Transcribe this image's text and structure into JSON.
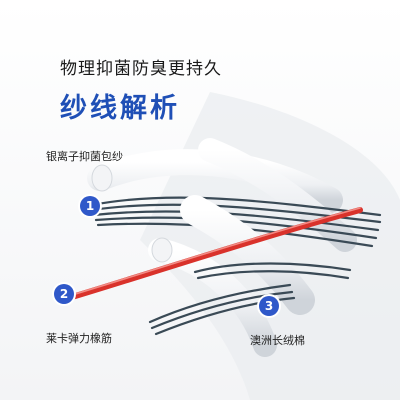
{
  "headline": {
    "subtitle": "物理抑菌防臭更持久",
    "title": "纱线解析"
  },
  "callouts": [
    {
      "number": "1",
      "label": "银离子抑菌包纱"
    },
    {
      "number": "2",
      "label": "莱卡弹力橡筋"
    },
    {
      "number": "3",
      "label": "澳洲长绒棉"
    }
  ],
  "colors": {
    "accent": "#2f58c9",
    "title_blue": "#1f4fb6",
    "red_core": "#d9322b",
    "dark_strand": "#3a4a56",
    "white_strand": "#ffffff"
  }
}
